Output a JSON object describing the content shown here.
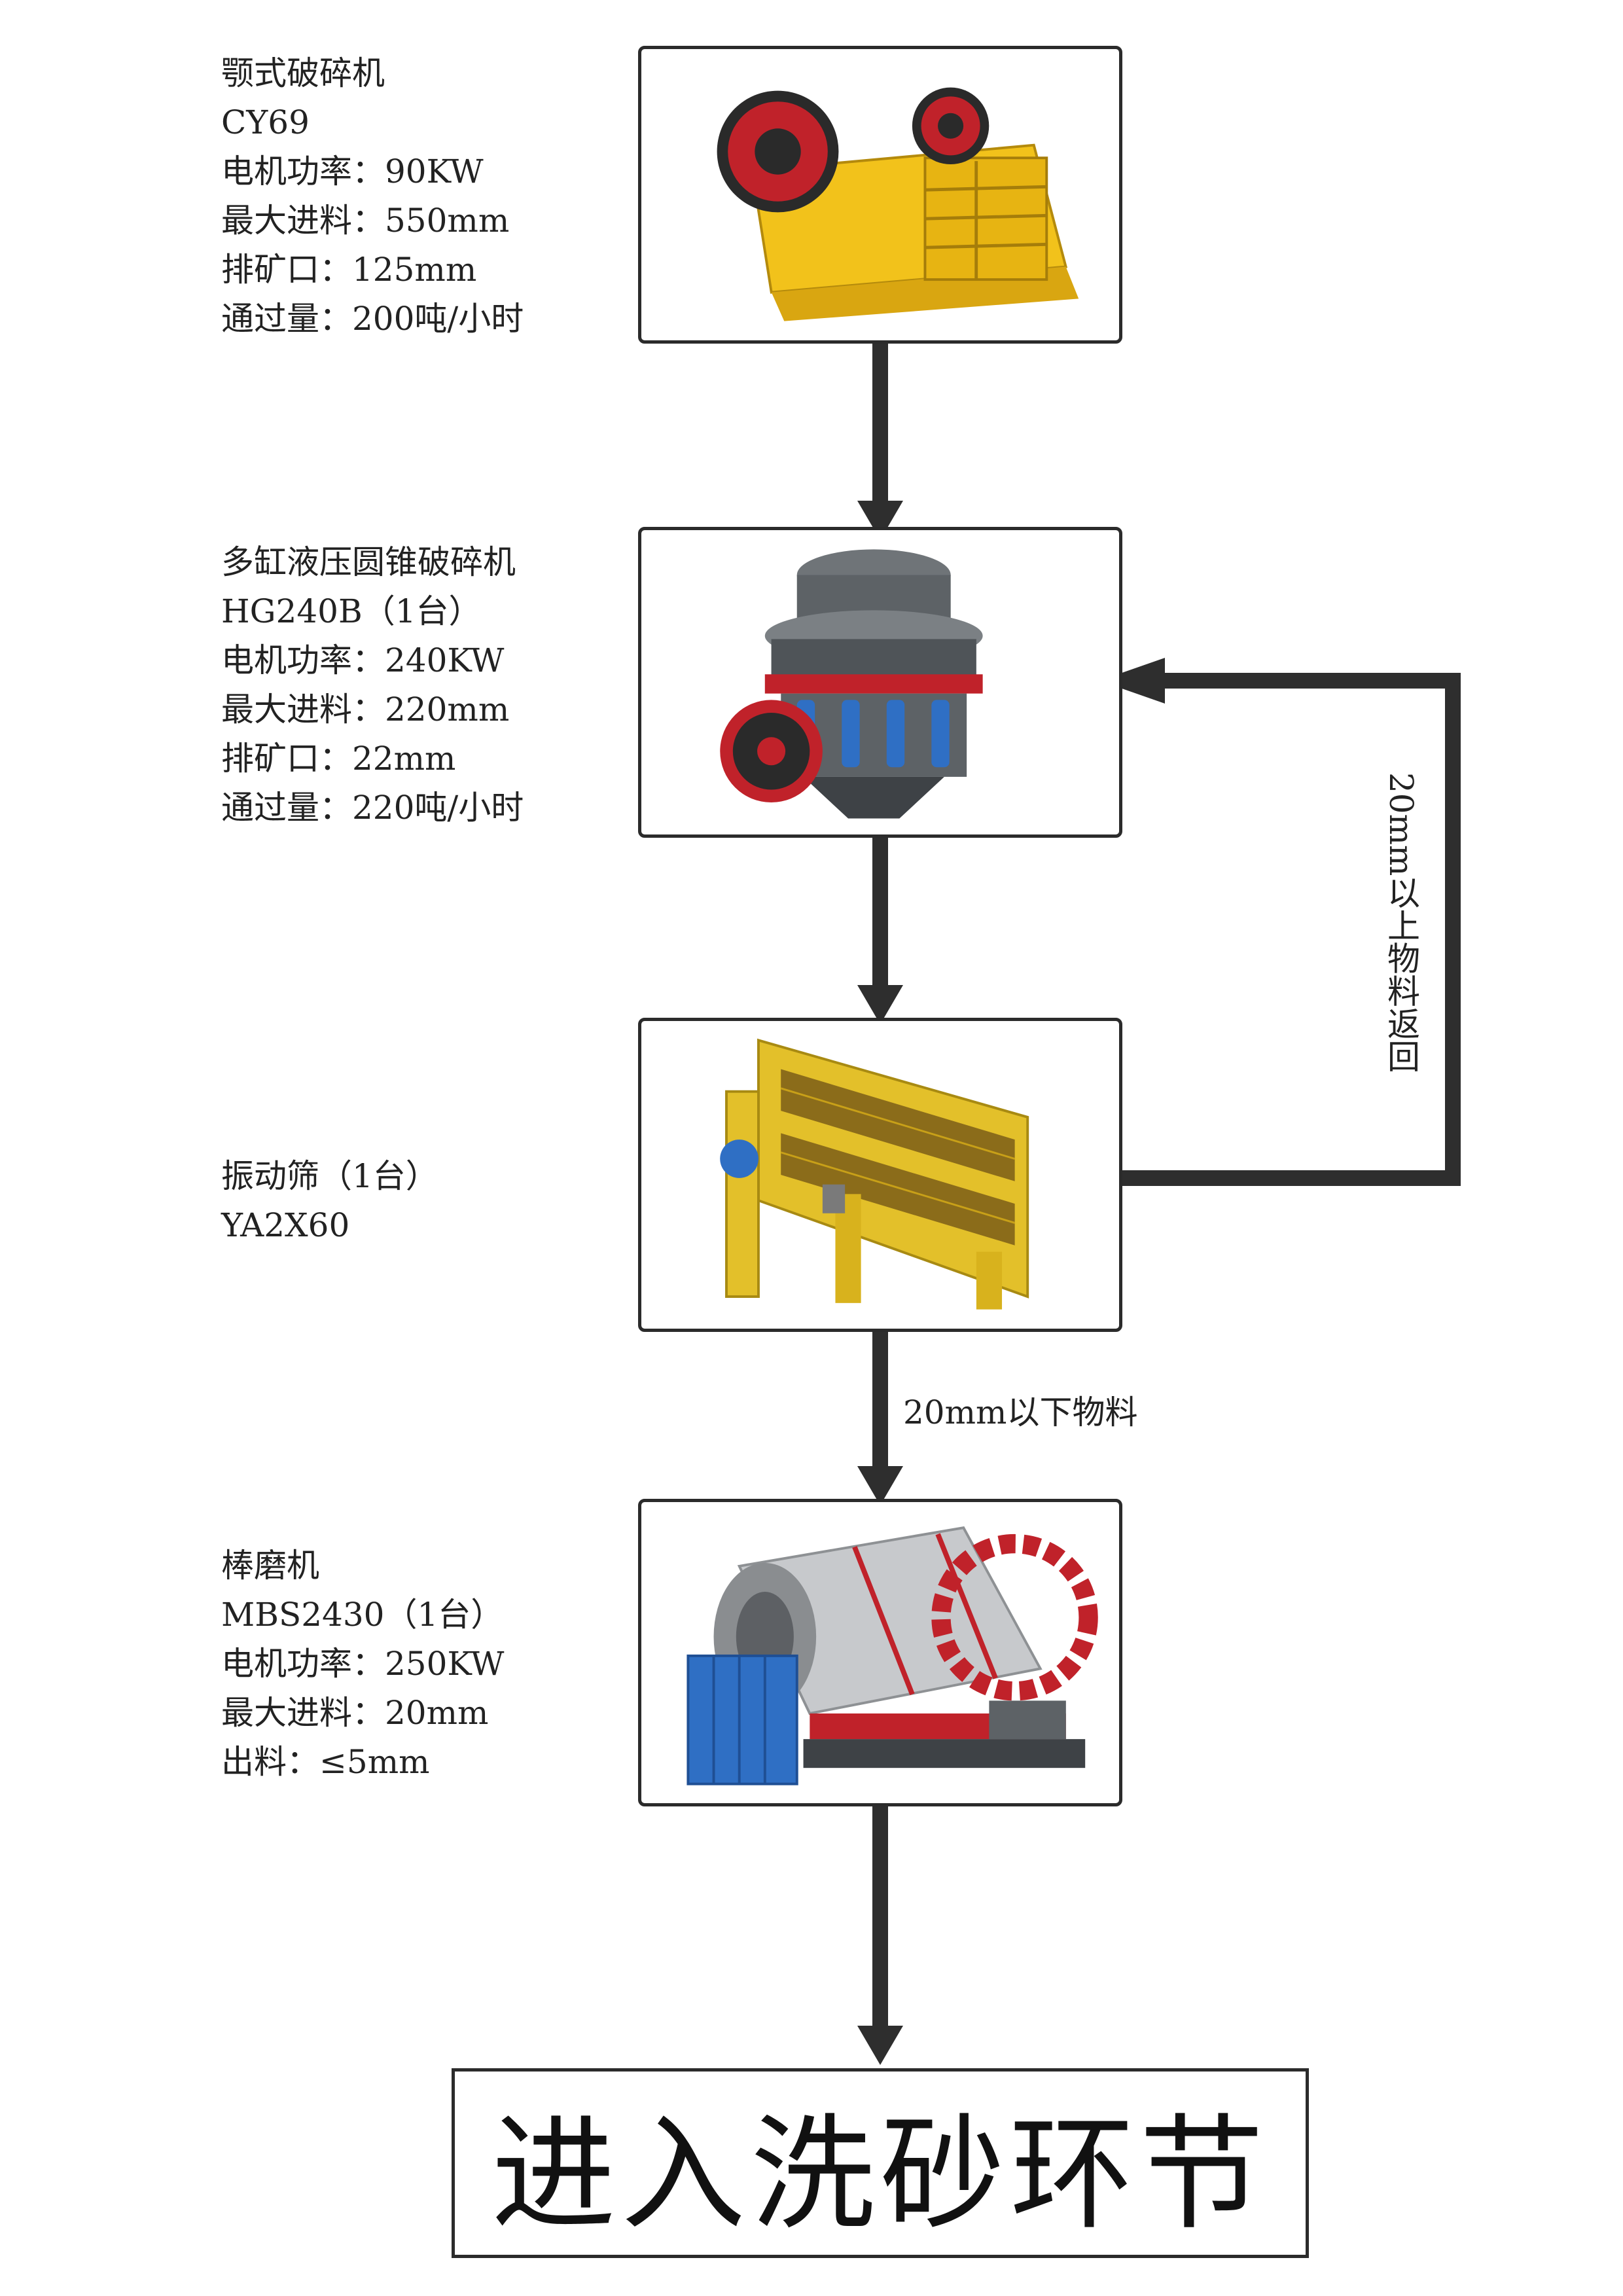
{
  "machines": [
    {
      "name": "颚式破碎机",
      "model": "CY69",
      "specs": [
        "电机功率：90KW",
        "最大进料：550mm",
        "排矿口：125mm",
        "通过量：200吨/小时"
      ]
    },
    {
      "name": "多缸液压圆锥破碎机",
      "model": "HG240B（1台）",
      "specs": [
        "电机功率：240KW",
        "最大进料：220mm",
        "排矿口：22mm",
        "通过量：220吨/小时"
      ]
    },
    {
      "name": "振动筛（1台）",
      "model": "YA2X60",
      "specs": []
    },
    {
      "name": "棒磨机",
      "model": "MBS2430（1台）",
      "specs": [
        "电机功率：250KW",
        "最大进料：20mm",
        "出料：≤5mm"
      ]
    }
  ],
  "flow_labels": {
    "below_20mm": "20mm以下物料",
    "above_20mm_return": "20mm以上物料返回"
  },
  "final_step": "进入洗砂环节",
  "colors": {
    "arrow": "#2e2e2e",
    "box_border": "#2b2b2b",
    "machine_yellow": "#f2c21b",
    "machine_red": "#c0222a",
    "machine_blue": "#2f6fc4",
    "machine_grey": "#6f7478"
  },
  "icons": [
    "jaw-crusher-image",
    "cone-crusher-image",
    "vibrating-screen-image",
    "rod-mill-image"
  ]
}
